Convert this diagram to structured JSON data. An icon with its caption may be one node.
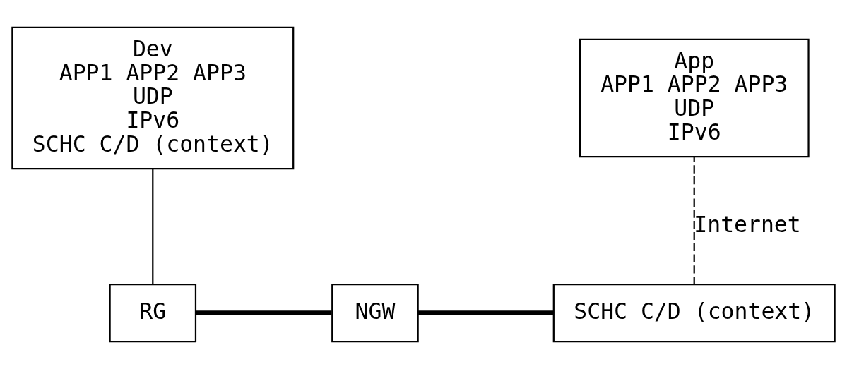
{
  "diagram": {
    "nodes": [
      {
        "text": [
          "Dev",
          "APP1 APP2 APP3",
          "UDP",
          "IPv6",
          "SCHC C/D (context)"
        ]
      },
      {
        "text": [
          "App",
          "APP1 APP2 APP3",
          "UDP",
          "IPv6"
        ]
      },
      {
        "text": [
          "RG"
        ]
      },
      {
        "text": [
          "NGW"
        ]
      },
      {
        "text": [
          "SCHC C/D (context)"
        ]
      }
    ],
    "edges": [
      {
        "from": 0,
        "to": 2,
        "arrow": "none"
      },
      {
        "from": 2,
        "to": 3,
        "arrow": "none",
        "style": "thick"
      },
      {
        "from": 3,
        "to": 4,
        "arrow": "none",
        "style": "thick"
      },
      {
        "from": 4,
        "to": 1,
        "arrow": "none",
        "style": "dashed",
        "label": "Internet"
      }
    ]
  }
}
